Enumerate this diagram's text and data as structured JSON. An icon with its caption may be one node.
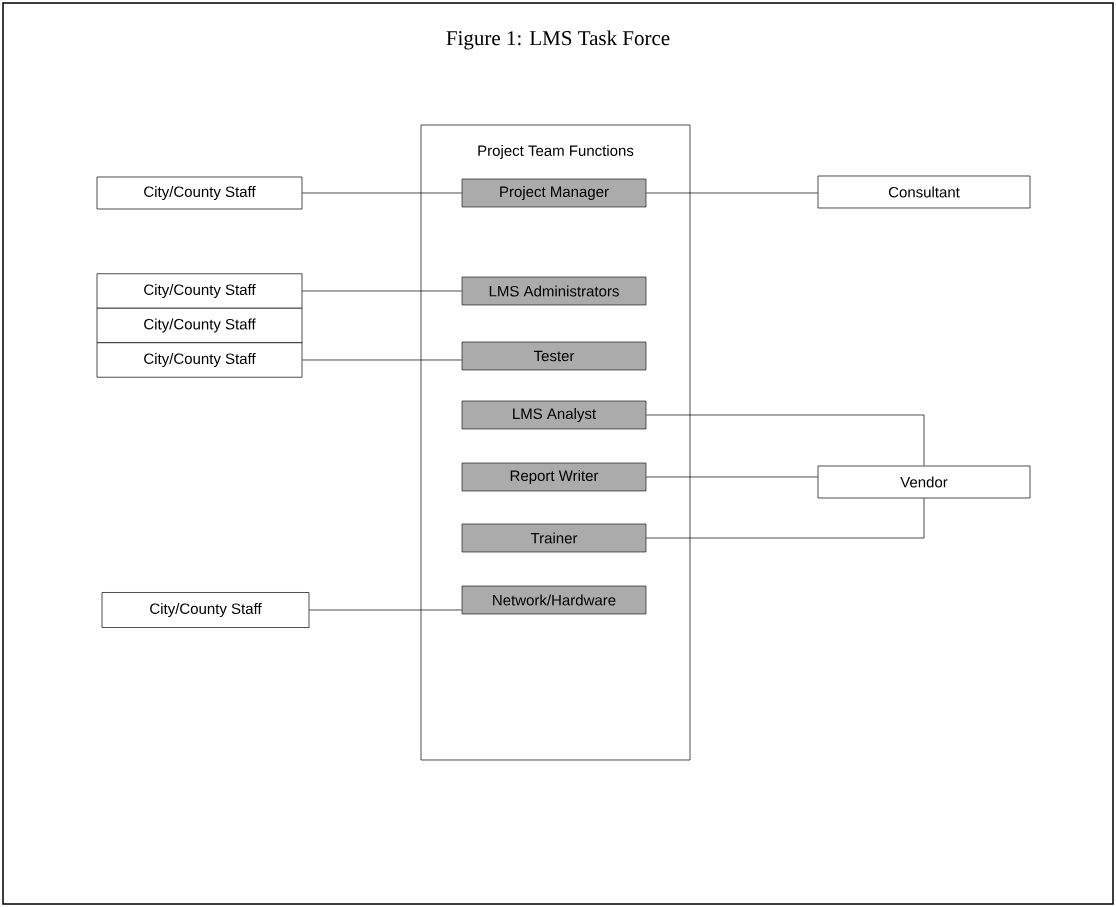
{
  "diagram": {
    "title": "Figure 1: LMS Task Force",
    "nodes": [
      {
        "text": [
          "Project Team Functions"
        ]
      },
      {
        "text": [
          "Project Manager"
        ],
        "in": 0
      },
      {
        "text": [
          "LMS Administrators"
        ],
        "in": 0
      },
      {
        "text": [
          "Tester"
        ],
        "in": 0
      },
      {
        "text": [
          "LMS Analyst"
        ],
        "in": 0
      },
      {
        "text": [
          "Report Writer"
        ],
        "in": 0
      },
      {
        "text": [
          "Trainer"
        ],
        "in": 0
      },
      {
        "text": [
          "Network/Hardware"
        ],
        "in": 0
      },
      {
        "text": [
          "City/County Staff"
        ]
      },
      {
        "text": [
          "Consultant"
        ]
      },
      {
        "text": [
          "City/County Staff"
        ]
      },
      {
        "text": [
          "City/County Staff"
        ]
      },
      {
        "text": [
          "City/County Staff"
        ]
      },
      {
        "text": [
          "Vendor"
        ]
      },
      {
        "text": [
          "City/County Staff"
        ]
      }
    ],
    "edges": [
      {
        "from": 8,
        "to": 1,
        "arrow": "none"
      },
      {
        "from": 1,
        "to": 9,
        "arrow": "none"
      },
      {
        "from": 10,
        "to": 2,
        "arrow": "none"
      },
      {
        "from": 12,
        "to": 3,
        "arrow": "none"
      },
      {
        "from": 4,
        "to": 13,
        "arrow": "none"
      },
      {
        "from": 5,
        "to": 13,
        "arrow": "none"
      },
      {
        "from": 6,
        "to": 13,
        "arrow": "none"
      },
      {
        "from": 14,
        "to": 7,
        "arrow": "none"
      }
    ]
  }
}
